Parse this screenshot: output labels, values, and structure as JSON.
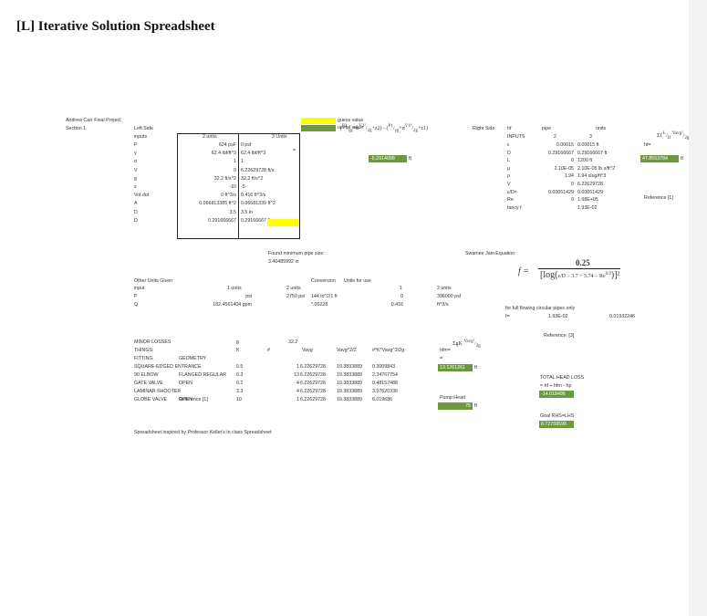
{
  "title": "[L] Iterative Solution Spreadsheet",
  "header": {
    "author": "Andrew Carr Final Project",
    "section": "Section 1",
    "left_side": "Left Side",
    "right_side": "Right Side",
    "guess_value": "guess value",
    "useful_value": "useful value"
  },
  "left_inputs": {
    "title": "inputs",
    "unit_hdr1": "2 units",
    "unit_hdr2": "3 Units",
    "rows": [
      {
        "label": "P",
        "v1": "624 psF",
        "v2": "0 psf"
      },
      {
        "label": "γ",
        "v1": "62.4 lbf/ft^3",
        "v2": "62.4 lbf/ft^3"
      },
      {
        "label": "α",
        "v1": "1",
        "v2": "1"
      },
      {
        "label": "V",
        "v1": "0",
        "v2": "6.22629728 ft/s"
      },
      {
        "label": "g",
        "v1": "32.2 ft/s^2",
        "v2": "32.2 ft/s^2"
      },
      {
        "label": "z",
        "v1": "-10",
        "v2": "-5"
      },
      {
        "label": "Vol dot",
        "v1": "0 ft^3/s",
        "v2": "0.416 ft^3/s"
      },
      {
        "label": "A",
        "v1": "0.066813385 ft^2",
        "v2": "0.06681339 ft^2"
      },
      {
        "label": "D",
        "v1": "3.5",
        "v2": "3.5 in"
      },
      {
        "label": "D",
        "v1": "0.291666667",
        "v2": "0.29166667 ft"
      }
    ]
  },
  "eq_equals": "=",
  "lhs_result": "-5.2914098",
  "lhs_unit": "ft",
  "right_inputs": {
    "hf": "hf",
    "pipe": "pipe",
    "units": "units",
    "inputs": "INPUTS",
    "h2": "2",
    "h3": "3",
    "rows": [
      {
        "label": "ε",
        "v1": "0.00015",
        "v2": "0.00015 ft"
      },
      {
        "label": "D",
        "v1": "0.29166667",
        "v2": "0.29166667 ft"
      },
      {
        "label": "L",
        "v1": "0",
        "v2": "1200 ft"
      },
      {
        "label": "μ",
        "v1": "2.10E-05",
        "v2": "2.10E-05 lb s/ft^2"
      },
      {
        "label": "ρ",
        "v1": "1.94",
        "v2": "1.94 slug/ft^3"
      },
      {
        "label": "V",
        "v1": "0",
        "v2": "6.22629728"
      },
      {
        "label": "ε/D=",
        "v1": "0.00051429",
        "v2": "0.00051429"
      },
      {
        "label": "Re",
        "v1": "0",
        "v2": "1.68E+05"
      },
      {
        "label": "fancy f",
        "v1": "",
        "v2": "1.93E-02"
      }
    ],
    "hf_label": "hf=",
    "hf_result": "47.8553784",
    "hf_unit": "ft",
    "reference": "Reference [1]"
  },
  "pipe_size": {
    "label": "Found minimum pipe size:",
    "value": "3.40485992 in"
  },
  "swamee": {
    "label": "Swamee Jain Equation",
    "numerator": "0.25",
    "f_eq": "f =",
    "note": "for full flowing circular pipes only",
    "f_label": "f=",
    "f_value": "1.93E-02",
    "f_value2": "0.01932246",
    "reference": "Reference: [3]"
  },
  "other_units": {
    "title": "Other Units Given",
    "input": "input",
    "u1": "1 units",
    "u2": "2 units",
    "conversion": "Conversion",
    "units_for_use": "Units for use",
    "use_unit": "2 units",
    "rows": [
      {
        "label": "P",
        "v1": "psi",
        "v2": "2750 psi",
        "conv": "144 in^2/1 ft",
        "use1": "0",
        "use2": "396000 psf"
      },
      {
        "label": "Q",
        "v1": "182.4561404 gpm",
        "v2": "",
        "conv": "*.00228",
        "use1": "0.416",
        "use2": "ft^3/s"
      }
    ],
    "conv_one": "1"
  },
  "minor": {
    "title": "MINOR LOSSES",
    "things": "THINGS:",
    "fitting": "FITTING",
    "geometry": "GEOMETRY",
    "g_hdr": "g",
    "g_val": "32.2",
    "k_hdr": "K",
    "num_hdr": "#",
    "vavg_hdr": "Vavg",
    "vavg2_hdr": "Vavg^2/2",
    "kv_hdr": "#*K*Vavg^2/2g",
    "rows": [
      {
        "fitting": "SQUARE-EDGED ENTRANCE",
        "geom": "",
        "k": "0.5",
        "n": "1",
        "v": "6.22629728",
        "v2": "19.3833889",
        "kv": "0.3009843"
      },
      {
        "fitting": "90 ELBOW",
        "geom": "FLANGED REGULAR",
        "k": "0.3",
        "n": "13",
        "v": "6.22629728",
        "v2": "19.3833889",
        "kv": "2.34767754"
      },
      {
        "fitting": "GATE VALVE",
        "geom": "OPEN",
        "k": "0.2",
        "n": "4",
        "v": "6.22629728",
        "v2": "19.3833889",
        "kv": "0.48157488"
      },
      {
        "fitting": "LAMINAR SHOOTER",
        "geom": "",
        "k": "3.3",
        "n": "4",
        "v": "6.22629728",
        "v2": "19.3833889",
        "kv": "3.97620336"
      },
      {
        "fitting": "GLOBE VALVE",
        "geom": "OPEN",
        "k": "10",
        "n": "1",
        "v": "6.22629728",
        "v2": "19.3833889",
        "kv": "6.019686"
      }
    ],
    "reference": "Reference [1]",
    "hfm_label": "hfm=",
    "hfm_eq": "=",
    "hfm_result": "13.1261261",
    "hfm_unit": "ft",
    "pump_label": "Pump Head",
    "pump_value": "75",
    "pump_unit": "ft"
  },
  "total": {
    "title": "TOTAL HEAD LOSS",
    "formula": "= hf + hfm - hp",
    "value": "-14.018496",
    "goal_label": "Goal RHS=LHS",
    "goal_value": "8.72708598"
  },
  "footer": "Spreadsheet inspired by Professor Keller's in class Spreadsheet",
  "colors": {
    "guess": "#ffff00",
    "useful": "#6a9a3c"
  }
}
